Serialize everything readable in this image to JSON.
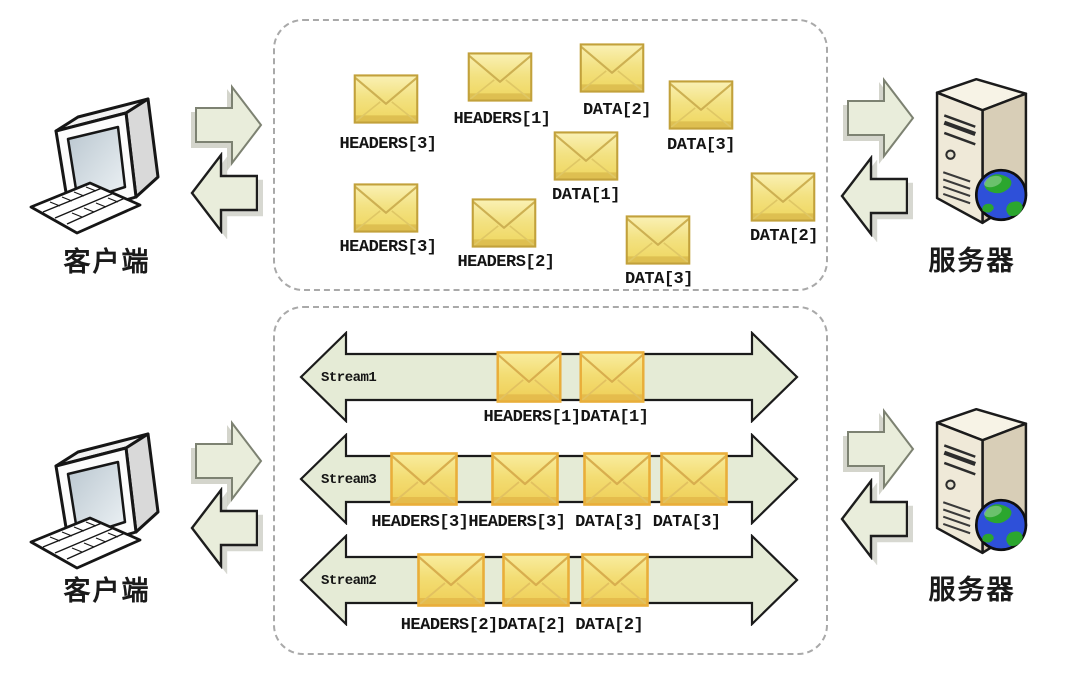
{
  "actors": {
    "client_top": {
      "label": "客户端"
    },
    "server_top": {
      "label": "服务器"
    },
    "client_bottom": {
      "label": "客户端"
    },
    "server_bottom": {
      "label": "服务器"
    }
  },
  "panels": {
    "top": {
      "frames": [
        {
          "label": "HEADERS[3]"
        },
        {
          "label": "HEADERS[1]"
        },
        {
          "label": "DATA[2]"
        },
        {
          "label": "DATA[3]"
        },
        {
          "label": "DATA[1]"
        },
        {
          "label": "HEADERS[3]"
        },
        {
          "label": "HEADERS[2]"
        },
        {
          "label": "DATA[3]"
        },
        {
          "label": "DATA[2]"
        }
      ]
    },
    "bottom": {
      "streams": [
        {
          "name": "Stream1",
          "frames_label": "HEADERS[1]DATA[1]",
          "envelope_count": 2
        },
        {
          "name": "Stream3",
          "frames_label": "HEADERS[3]HEADERS[3] DATA[3] DATA[3]",
          "envelope_count": 4
        },
        {
          "name": "Stream2",
          "frames_label": "HEADERS[2]DATA[2] DATA[2]",
          "envelope_count": 3
        }
      ]
    }
  },
  "icons": {
    "client": "client-computer-icon",
    "server": "server-tower-globe-icon",
    "envelope": "envelope-icon",
    "arrow_right": "request-arrow-icon",
    "arrow_left": "response-arrow-icon",
    "stream_arrow": "stream-bidirectional-arrow"
  },
  "colors": {
    "arrow_fill": "#E9EDDB",
    "stream_arrow_fill": "#E5EBD6",
    "envelope_fill": "#F3DF76",
    "envelope_border_top_panel": "#C2A13B",
    "envelope_border_stream": "#E9AE3A",
    "dashed_border": "#A9A9A9",
    "outline": "#1B1B1B",
    "globe_blue": "#2E50D9",
    "globe_green": "#2BA62E"
  }
}
